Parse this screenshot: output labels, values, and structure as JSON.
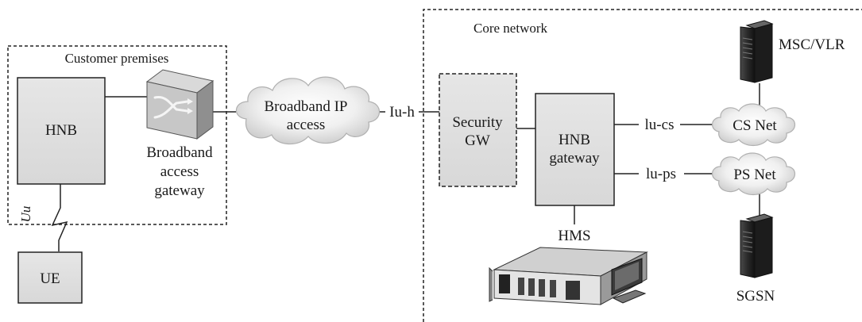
{
  "regions": {
    "customer_premises": "Customer premises",
    "core_network": "Core network"
  },
  "nodes": {
    "hnb": "HNB",
    "ue": "UE",
    "broadband_access_gateway": [
      "Broadband",
      "access",
      "gateway"
    ],
    "broadband_ip_access": [
      "Broadband IP",
      "access"
    ],
    "security_gw": [
      "Security",
      "GW"
    ],
    "hnb_gateway": [
      "HNB",
      "gateway"
    ],
    "hms": "HMS",
    "cs_net": "CS Net",
    "ps_net": "PS Net",
    "msc_vlr": "MSC/VLR",
    "sgsn": "SGSN"
  },
  "interfaces": {
    "uu": "Uu",
    "iu_h": "Iu-h",
    "iu_cs": "lu-cs",
    "iu_ps": "lu-ps"
  }
}
